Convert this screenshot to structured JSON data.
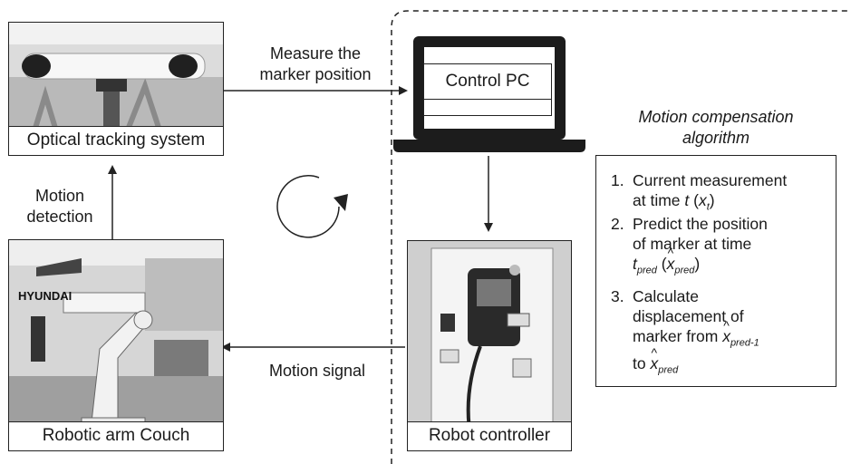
{
  "boxes": {
    "optical": "Optical tracking system",
    "control_pc": "Control PC",
    "couch": "Robotic arm Couch",
    "controller": "Robot controller"
  },
  "labels": {
    "measure_line1": "Measure the",
    "measure_line2": "marker position",
    "detect_line1": "Motion",
    "detect_line2": "detection",
    "signal": "Motion signal"
  },
  "algorithm": {
    "title_line1": "Motion compensation",
    "title_line2": "algorithm",
    "steps": [
      {
        "num": "1.",
        "line1": "Current measurement",
        "line2_prefix": "at time ",
        "time_var": "t",
        "x_var": "x",
        "x_sub": "t"
      },
      {
        "num": "2.",
        "line1": "Predict the position",
        "line2": "of marker at time",
        "t_var": "t",
        "t_sub": "pred",
        "x_var": "x",
        "x_sub": "pred"
      },
      {
        "num": "3.",
        "line1": "Calculate",
        "line2": "displacement of",
        "line3_prefix": "marker from ",
        "x_from_sub": "pred-1",
        "to_word": "to ",
        "x_to_sub": "pred"
      }
    ]
  },
  "photo_text": {
    "couch_brand": "HYUNDAI"
  },
  "colors": {
    "laptop": "#1c1c1c",
    "stroke": "#222222"
  }
}
